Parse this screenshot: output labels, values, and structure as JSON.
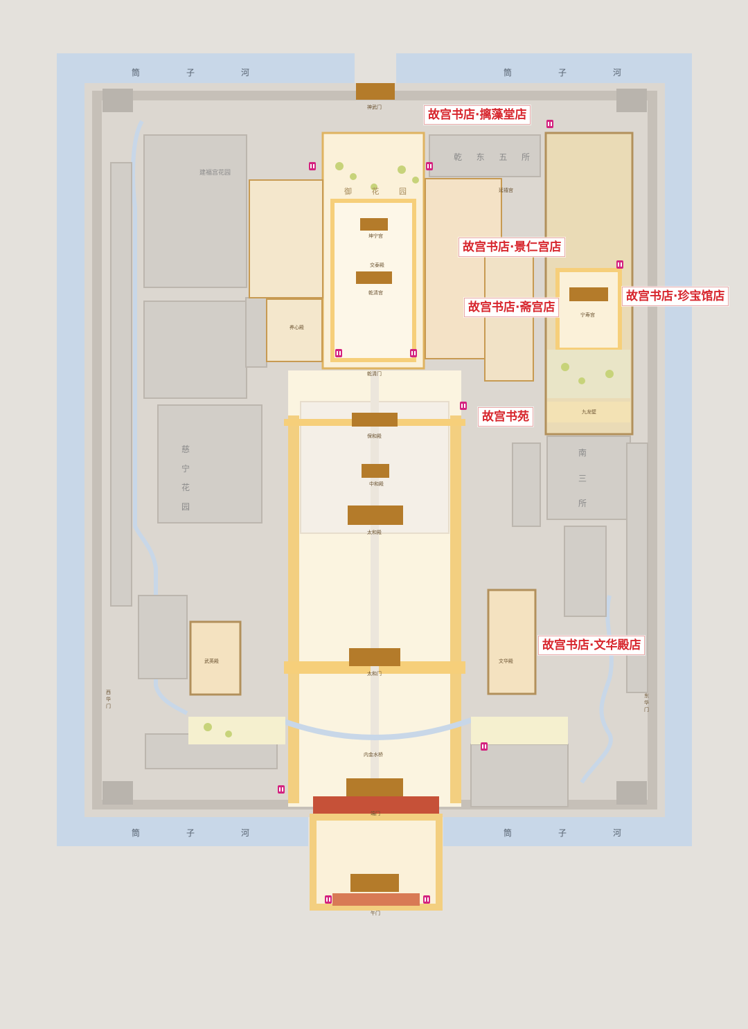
{
  "colors": {
    "background": "#e4e1dc",
    "moat": "#c8d7e8",
    "wall": "#cdc7bf",
    "building_gray": "#c9c5bf",
    "accent_yellow": "#f6cf7a",
    "store_text": "#d7262d",
    "restroom": "#d4227f"
  },
  "moat": {
    "top_left": [
      "筒",
      "子",
      "河"
    ],
    "top_right": [
      "筒",
      "子",
      "河"
    ],
    "bottom_left": [
      "筒",
      "子",
      "河"
    ],
    "bottom_right": [
      "筒",
      "子",
      "河"
    ]
  },
  "stores": [
    {
      "id": "chizaotang",
      "name": "故宫书店·摛藻堂店"
    },
    {
      "id": "jingren",
      "name": "故宫书店·景仁宫店"
    },
    {
      "id": "zhaigong",
      "name": "故宫书店·斋宫店"
    },
    {
      "id": "zhenbao",
      "name": "故宫书店·珍宝馆店"
    },
    {
      "id": "shuyuan",
      "name": "故宫书苑"
    },
    {
      "id": "wenhua",
      "name": "故宫书店·文华殿店"
    }
  ],
  "areas": {
    "qiandong": [
      "乾",
      "东",
      "五",
      "所"
    ],
    "nansan": [
      "南",
      "三",
      "所"
    ],
    "cining": [
      "慈",
      "宁",
      "花",
      "园"
    ],
    "yuhua": [
      "御",
      "花",
      "园"
    ],
    "jianfu": "建福宫花园"
  },
  "landmarks": {
    "shenwumen": "神武门",
    "taihedian": "太和殿",
    "zhonghedian": "中和殿",
    "baohedian": "保和殿",
    "qianqinggong": "乾清宫",
    "kunninggong": "坤宁宫",
    "jiaotaidian": "交泰殿",
    "qianqingmen": "乾清门",
    "taihemen": "太和门",
    "wumen": "午门",
    "duanmen": "端门",
    "donghuamen": "东华门",
    "xihuamen": "西华门",
    "wenhuadian": "文华殿",
    "wuyingdian": "武英殿",
    "jiulongbi": "九龙壁",
    "neijinshuiqiao": "内金水桥",
    "yangxindian": "养心殿",
    "ningshougong": "宁寿宫",
    "yanxigong": "延禧宫"
  }
}
